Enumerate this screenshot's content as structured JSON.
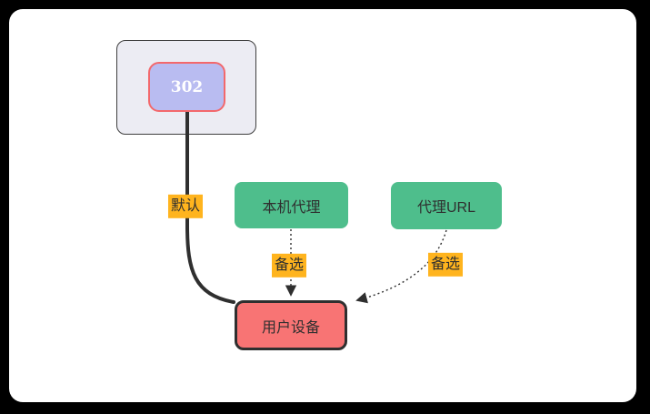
{
  "colors": {
    "surface": "#ffffff",
    "container-fill": "#ececf3",
    "container-border": "#3f3f3f",
    "lavender": "#b9bcf1",
    "salmon": "#f3686c",
    "green": "#4ebe8c",
    "red": "#f87474",
    "amber": "#ffb41e",
    "ink": "#2f2f2f",
    "text-light": "#ffffff"
  },
  "nodes": {
    "redirect": {
      "label": "302"
    },
    "local_proxy": {
      "label": "本机代理"
    },
    "proxy_url": {
      "label": "代理URL"
    },
    "user_device": {
      "label": "用户设备"
    }
  },
  "edges": {
    "default_route": {
      "label": "默认",
      "style": "solid-thick",
      "from": "302",
      "to": "用户设备"
    },
    "alt_local_proxy": {
      "label": "备选",
      "style": "dotted-arrow",
      "from": "本机代理",
      "to": "用户设备"
    },
    "alt_proxy_url": {
      "label": "备选",
      "style": "dotted-arrow",
      "from": "代理URL",
      "to": "用户设备"
    }
  }
}
